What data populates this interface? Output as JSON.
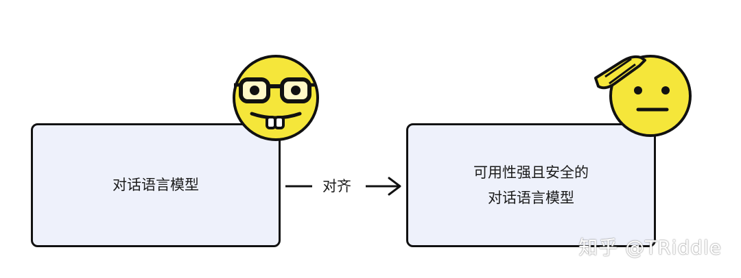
{
  "diagram": {
    "left_box": {
      "line1": "对话语言模型"
    },
    "right_box": {
      "line1": "可用性强且安全的",
      "line2": "对话语言模型"
    },
    "arrow_label": "对齐"
  },
  "watermark": "知乎 @TRiddle",
  "colors": {
    "box_fill": "#eef1fb",
    "box_border": "#111111",
    "emoji_yellow": "#f5e63a"
  },
  "icons": {
    "left": "nerd-face-icon",
    "right": "saluting-face-icon"
  }
}
